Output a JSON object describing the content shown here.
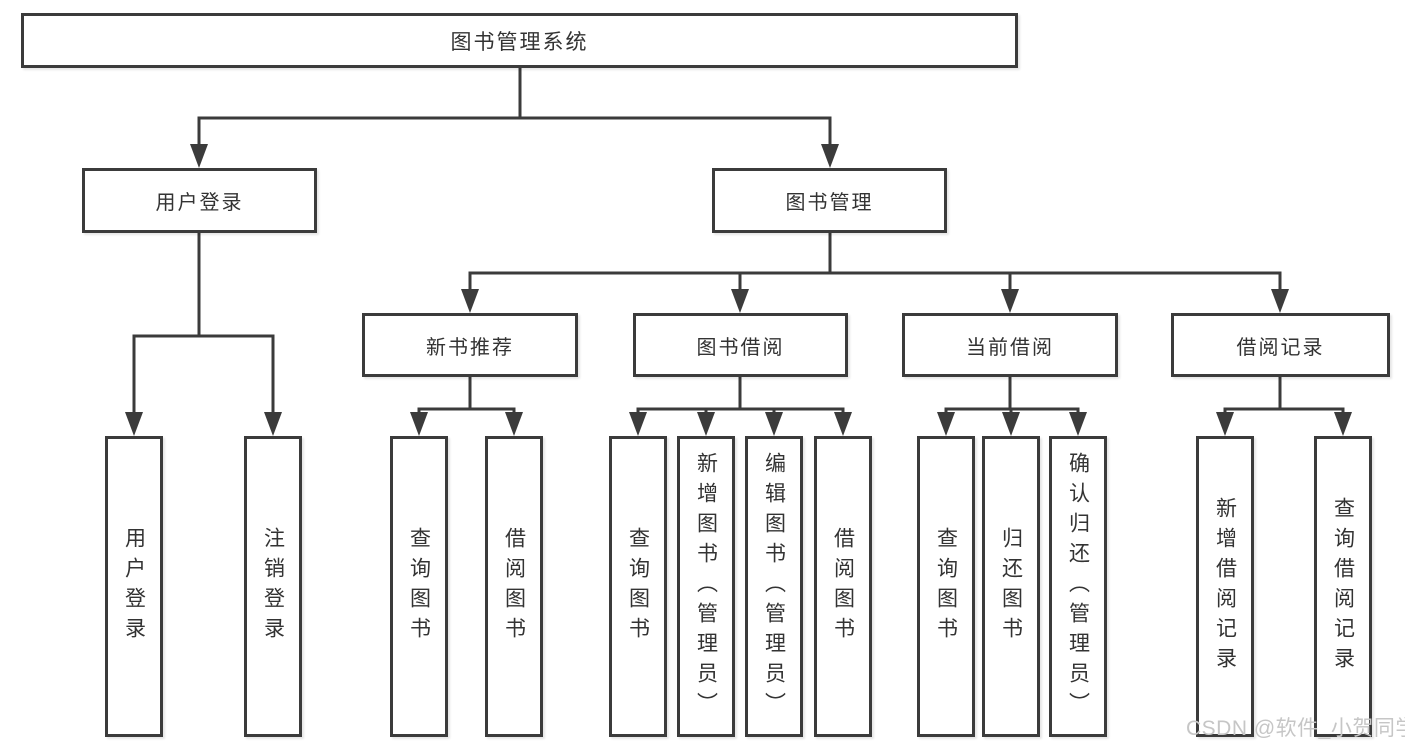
{
  "nodes": {
    "root": "图书管理系统",
    "level2": [
      "用户登录",
      "图书管理"
    ],
    "level3": [
      "新书推荐",
      "图书借阅",
      "当前借阅",
      "借阅记录"
    ],
    "leaves": {
      "login": [
        "用户登录",
        "注销登录"
      ],
      "newbook": [
        "查询图书",
        "借阅图书"
      ],
      "borrow": [
        "查询图书",
        "新增图书（管理员）",
        "编辑图书（管理员）",
        "借阅图书"
      ],
      "current": [
        "查询图书",
        "归还图书",
        "确认归还（管理员）"
      ],
      "record": [
        "新增借阅记录",
        "查询借阅记录"
      ]
    }
  },
  "watermark": {
    "text": "CSDN @软件_小贺同学"
  },
  "colors": {
    "line": "#3b3b3b",
    "text": "#333333",
    "watermark": "#c6c6c6",
    "background": "#ffffff"
  }
}
